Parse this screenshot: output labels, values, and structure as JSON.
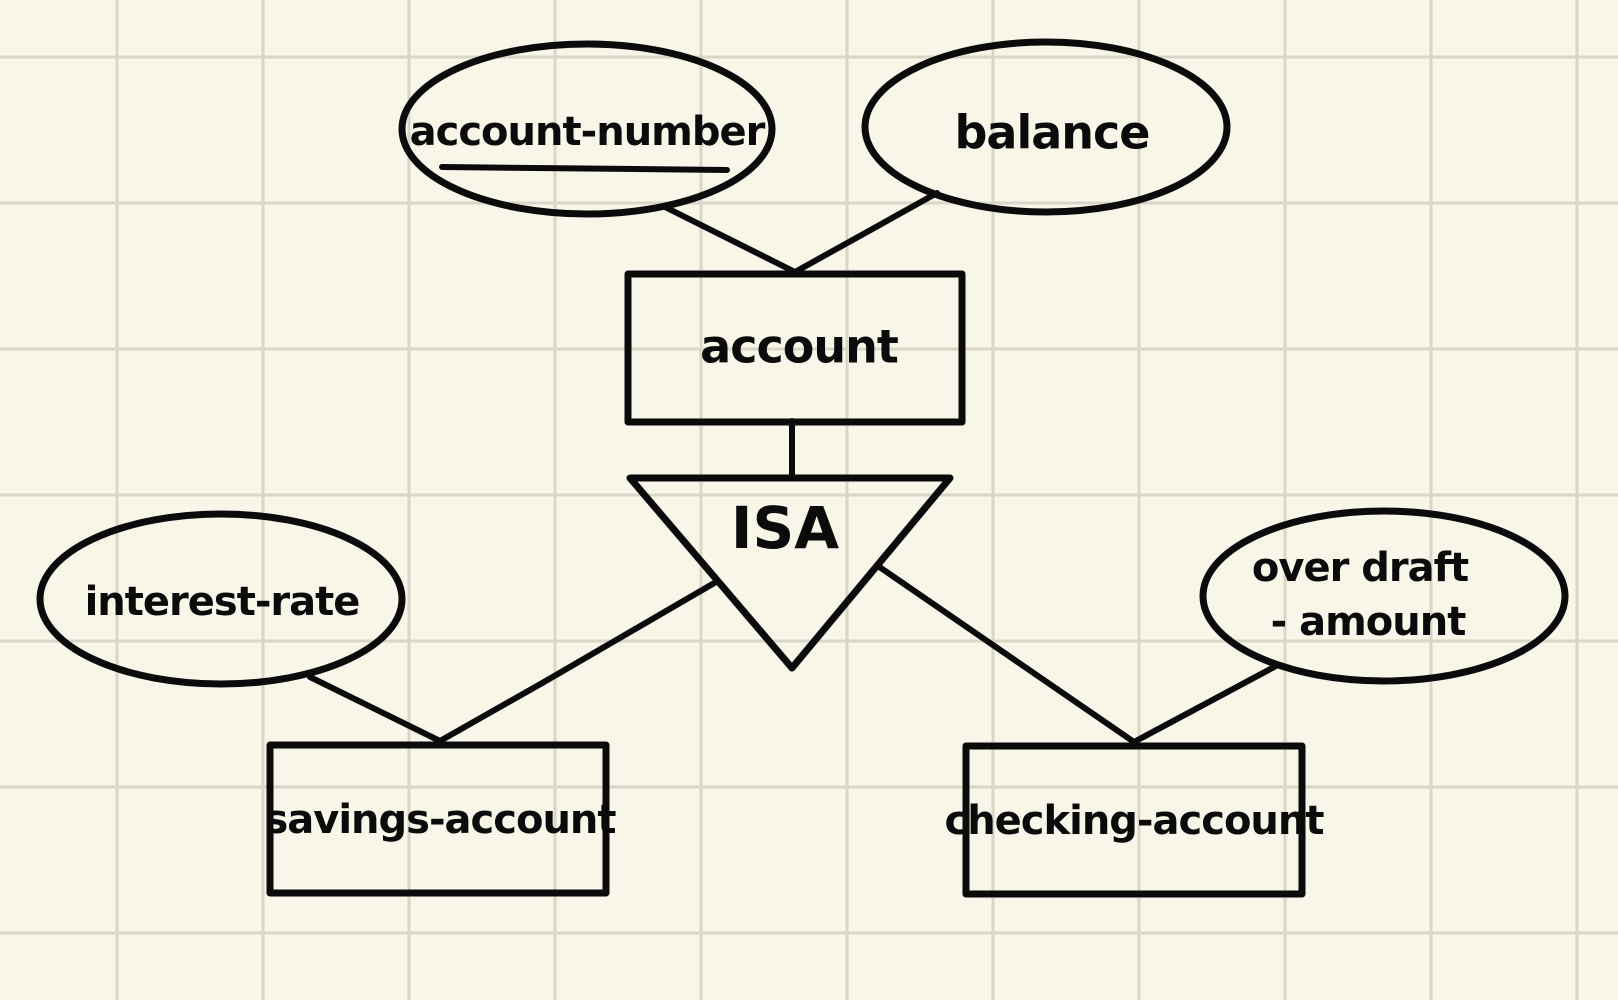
{
  "diagram": {
    "entities": {
      "account": "account",
      "savings": "savings-account",
      "checking": "checking-account"
    },
    "attributes": {
      "account_number": "account-number",
      "balance": "balance",
      "interest_rate": "interest-rate",
      "overdraft_line1": "over draft",
      "overdraft_line2": "- amount"
    },
    "isa": "ISA"
  },
  "colors": {
    "background": "#f8f5e9",
    "grid": "#d9d6c8",
    "ink": "#0b0b0b"
  }
}
